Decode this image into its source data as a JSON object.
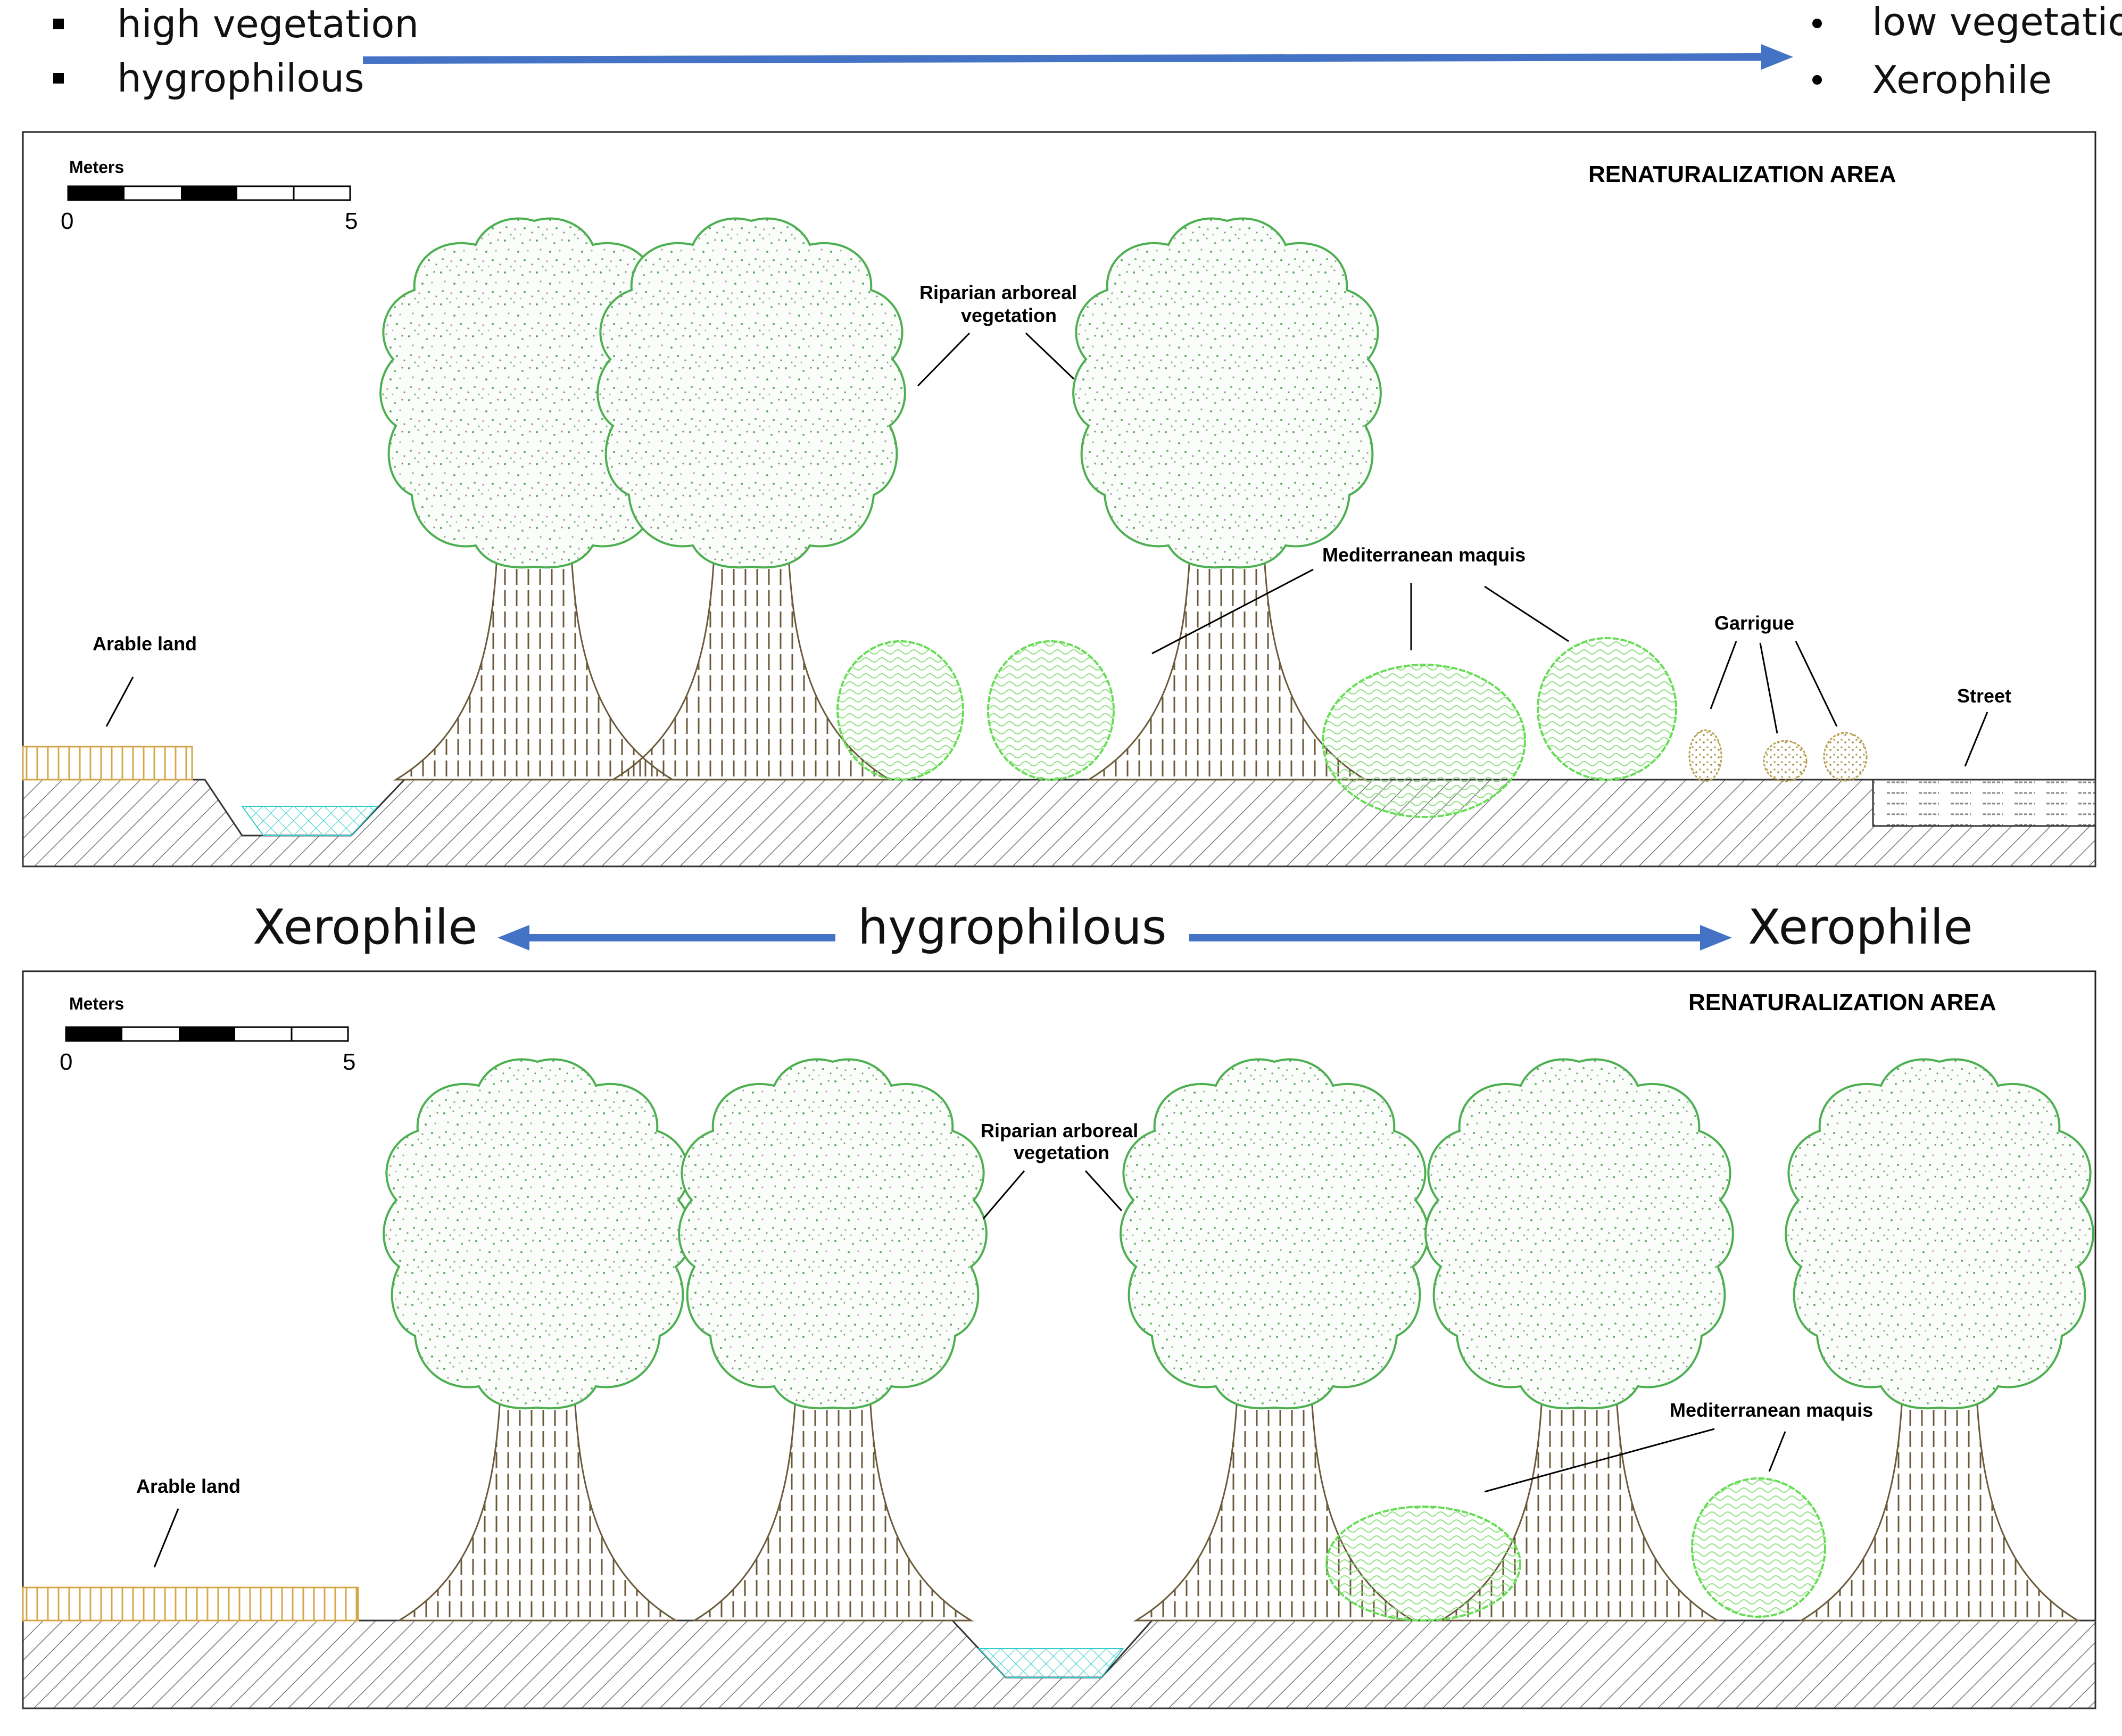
{
  "top_legend": {
    "left_items": [
      "high vegetation",
      "hygrophilous"
    ],
    "right_items": [
      "low vegetation",
      "Xerophile"
    ]
  },
  "middle_legend": {
    "center": "hygrophilous",
    "left": "Xerophile",
    "right": "Xerophile"
  },
  "arrow_color": "#4472C4",
  "panel1": {
    "title": "RENATURALIZATION AREA",
    "scale": {
      "unit": "Meters",
      "min": "0",
      "max": "5"
    },
    "labels": {
      "arable": "Arable land",
      "riparian_1": "Riparian arboreal",
      "riparian_2": "vegetation",
      "maquis": "Mediterranean maquis",
      "garrigue": "Garrigue",
      "street": "Street"
    }
  },
  "panel2": {
    "title": "RENATURALIZATION AREA",
    "scale": {
      "unit": "Meters",
      "min": "0",
      "max": "5"
    },
    "labels": {
      "arable": "Arable land",
      "riparian_1": "Riparian arboreal",
      "riparian_2": "vegetation",
      "maquis": "Mediterranean maquis"
    }
  },
  "colors": {
    "tree_outline": "#4caf50",
    "shrub_outline": "#66dd55",
    "garrigue": "#b8a050",
    "arable": "#d4a84a",
    "water": "#33cccc",
    "trunk": "#6b5a3a"
  }
}
